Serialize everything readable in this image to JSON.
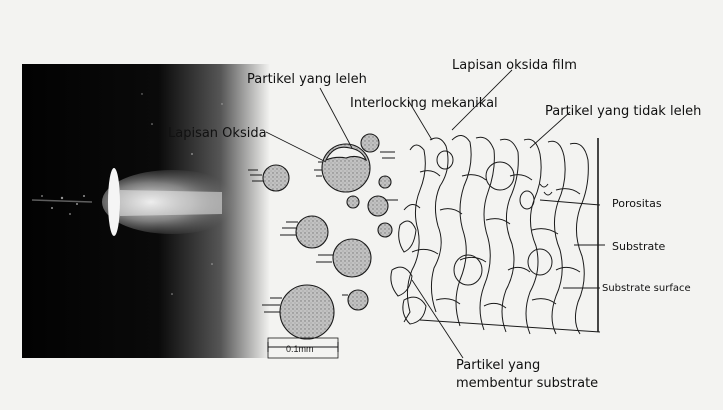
{
  "labels": {
    "partikel_leleh": "Partikel yang leleh",
    "lapisan_oksida_film": "Lapisan oksida film",
    "interlocking": "Interlocking mekanikal",
    "partikel_tidak_leleh": "Partikel yang tidak leleh",
    "lapisan_oksida": "Lapisan Oksida",
    "porositas": "Porositas",
    "substrate": "Substrate",
    "substrate_surface": "Substrate surface",
    "partikel_membentur_line1": "Partikel yang",
    "partikel_membentur_line2": "membentur substrate",
    "scale": "0.1mm"
  },
  "colors": {
    "ink": "#1a1a1a",
    "paper": "#f3f3f1",
    "particle_fill": "#b9b9b9",
    "photo_dark": "#050505"
  }
}
